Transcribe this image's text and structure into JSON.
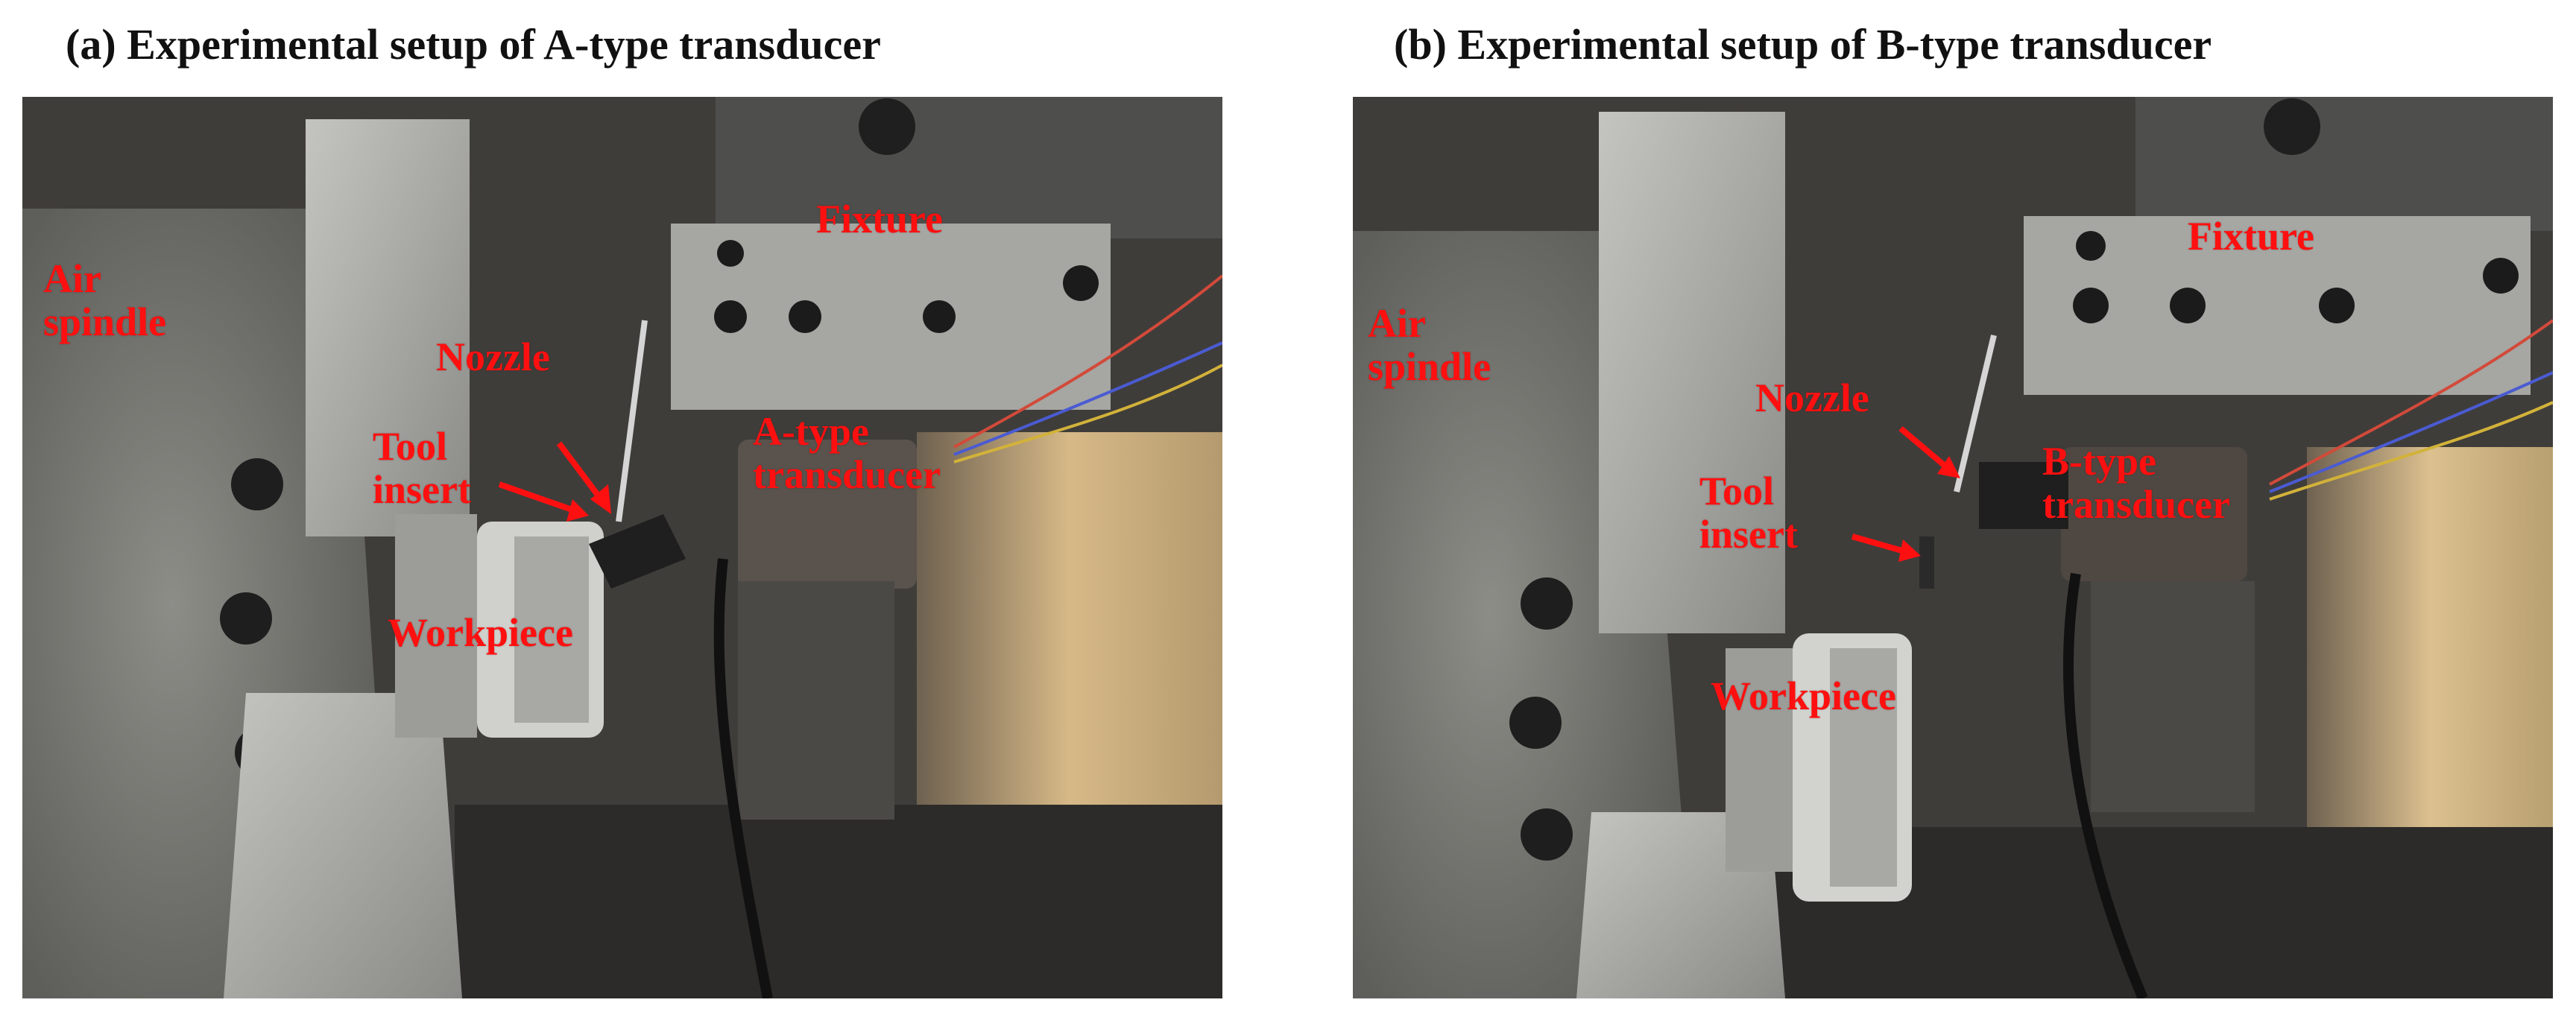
{
  "figure": {
    "panel_a": {
      "title": "(a) Experimental setup of A-type transducer",
      "labels": {
        "air_spindle": "Air\nspindle",
        "fixture": "Fixture",
        "nozzle": "Nozzle",
        "tool_insert": "Tool\ninsert",
        "transducer": "A-type\ntransducer",
        "workpiece": "Workpiece"
      }
    },
    "panel_b": {
      "title": "(b) Experimental setup of B-type transducer",
      "labels": {
        "air_spindle": "Air\nspindle",
        "fixture": "Fixture",
        "nozzle": "Nozzle",
        "tool_insert": "Tool\ninsert",
        "transducer": "B-type\ntransducer",
        "workpiece": "Workpiece"
      }
    },
    "colors": {
      "annotation": "#ff1010",
      "metal_light": "#b8b8b4",
      "metal_dark": "#4a4a4a",
      "background_warm": "#c9a978"
    }
  }
}
